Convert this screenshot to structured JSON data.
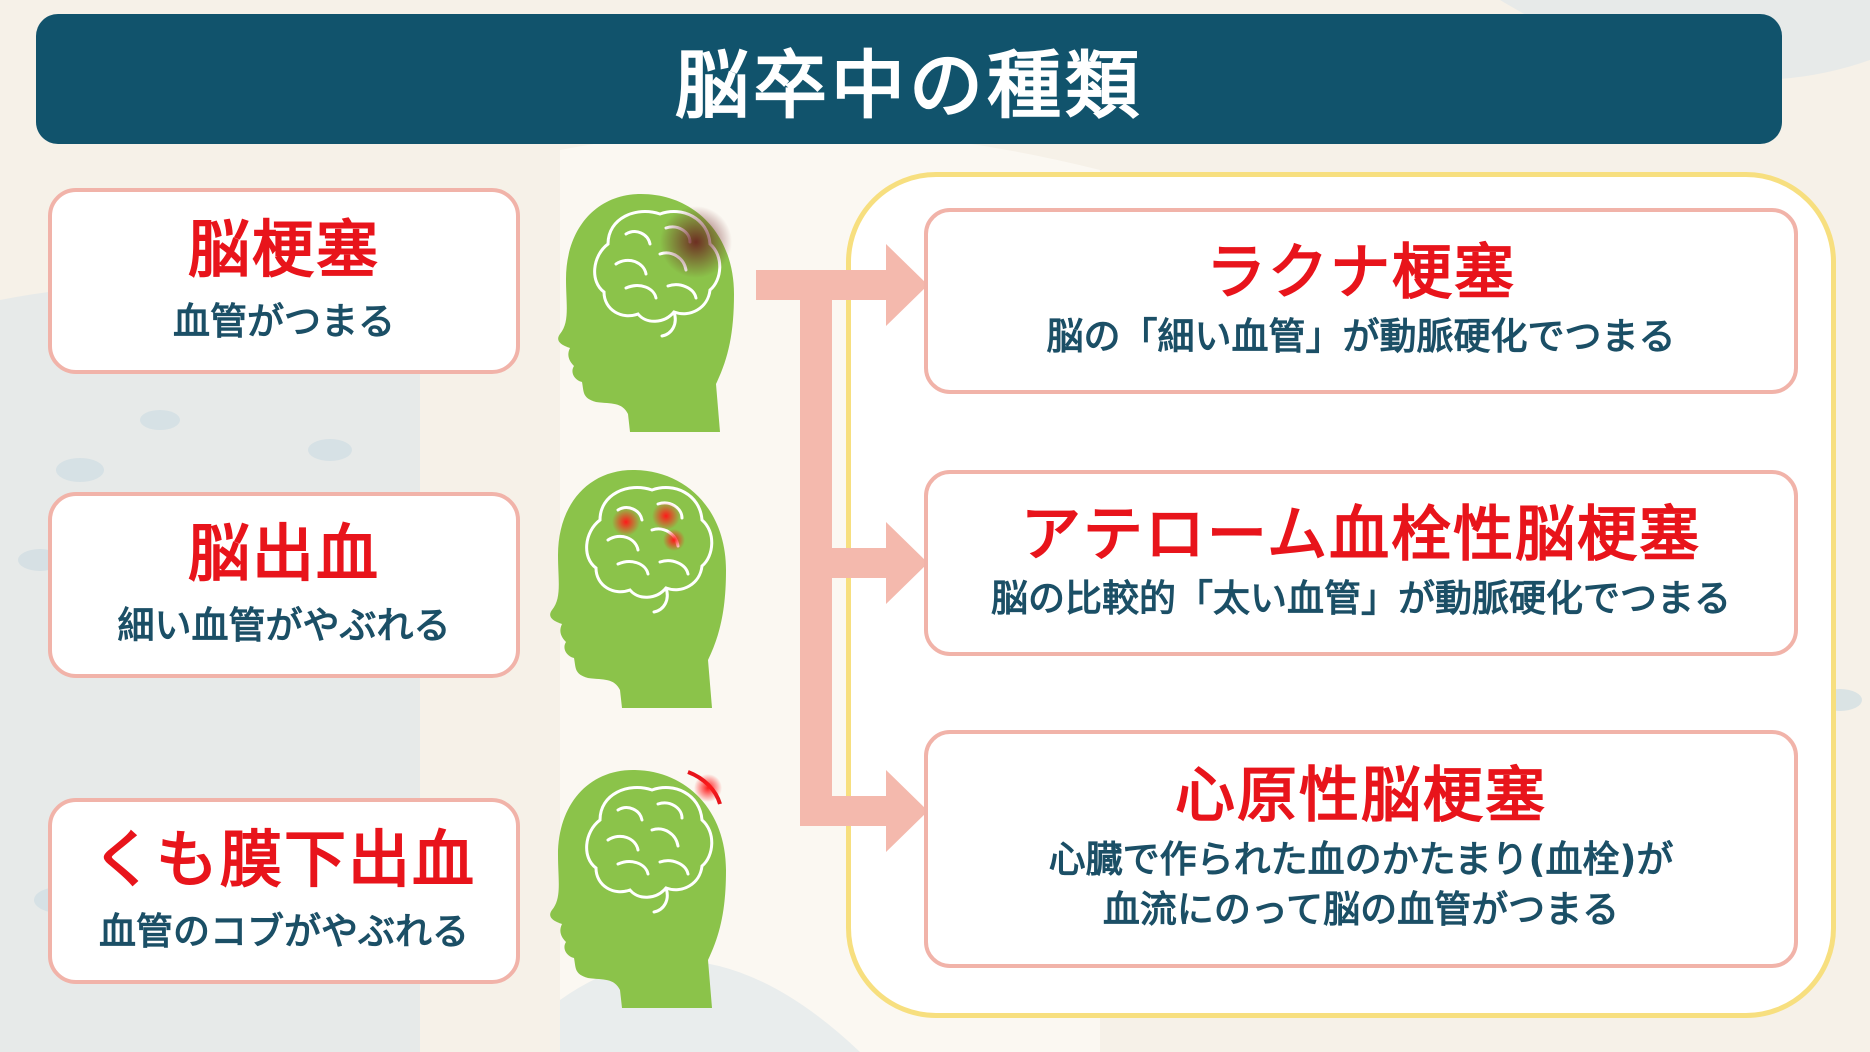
{
  "title": "脳卒中の種類",
  "left_cards": [
    {
      "title": "脳梗塞",
      "subtitle": "血管がつまる"
    },
    {
      "title": "脳出血",
      "subtitle": "細い血管がやぶれる"
    },
    {
      "title": "くも膜下出血",
      "subtitle": "血管のコブがやぶれる"
    }
  ],
  "right_cards": [
    {
      "title": "ラクナ梗塞",
      "lines": [
        "脳の「細い血管」が動脈硬化でつまる"
      ]
    },
    {
      "title": "アテローム血栓性脳梗塞",
      "lines": [
        "脳の比較的「太い血管」が動脈硬化でつまる"
      ]
    },
    {
      "title": "心原性脳梗塞",
      "lines": [
        "心臓で作られた血のかたまり(血栓)が",
        "血流にのって脳の血管がつまる"
      ]
    }
  ],
  "colors": {
    "title_bar": "#11536c",
    "accent_red": "#e8141b",
    "text_navy": "#1b4f66",
    "card_border": "#f1b3a9",
    "head_green": "#8bc34a",
    "arrow": "#f4b9ad",
    "panel_border": "#f7df7f"
  },
  "icons": [
    "head-infarction-icon",
    "head-hemorrhage-icon",
    "head-subarachnoid-icon",
    "arrow-icon"
  ]
}
